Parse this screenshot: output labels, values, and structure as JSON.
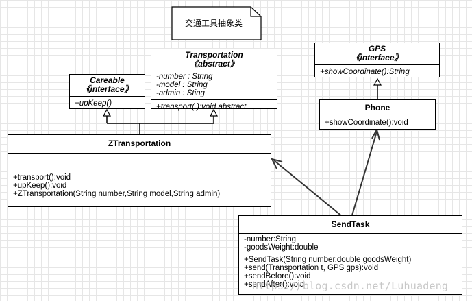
{
  "note": {
    "text": "交通工具抽象类"
  },
  "classes": {
    "transportation": {
      "name": "Transportation",
      "stereotype": "《abstract》",
      "attributes": [
        "-number : String",
        "-model : String",
        "-admin : Sting"
      ],
      "methods": [
        "+transport( ):void abstract"
      ]
    },
    "careable": {
      "name": "Careable",
      "stereotype": "《interface》",
      "methods": [
        "+upKeep()"
      ]
    },
    "gps": {
      "name": "GPS",
      "stereotype": "《interface》",
      "methods": [
        "+showCoordinate():String"
      ]
    },
    "phone": {
      "name": "Phone",
      "methods": [
        "+showCoordinate():void"
      ]
    },
    "ztransportation": {
      "name": "ZTransportation",
      "methods": [
        "+transport():void",
        "+upKeep():void",
        "+ZTransportation(String number,String model,String admin)"
      ]
    },
    "sendtask": {
      "name": "SendTask",
      "attributes": [
        "-number:String",
        "-goodsWeight:double"
      ],
      "methods": [
        "+SendTask(String number,double goodsWeight)",
        "+send(Transportation t, GPS gps):void",
        "+sendBefore():void",
        "+sendAfter():void"
      ]
    }
  },
  "watermark": "https://blog.csdn.net/Luhuadeng"
}
